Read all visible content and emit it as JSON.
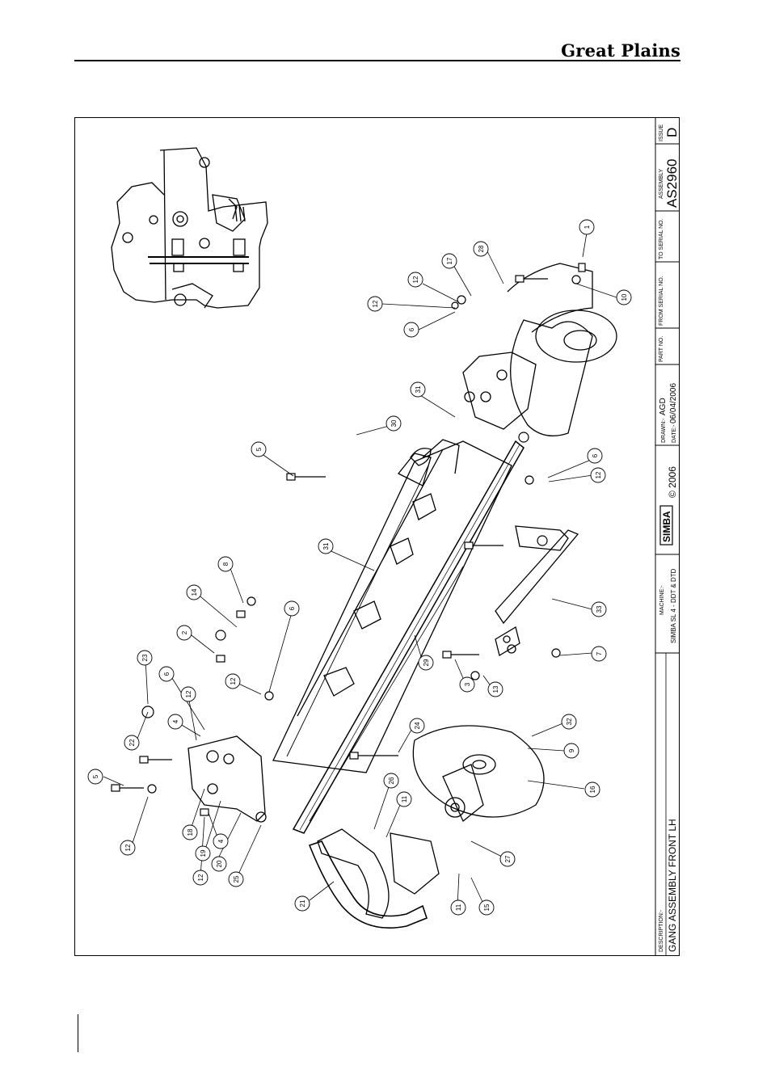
{
  "header": {
    "brand": "Great Plains"
  },
  "title_block": {
    "description_label": "DESCRIPTION:-",
    "description": "GANG ASSEMBLY FRONT LH",
    "machine_label": "MACHINE:-",
    "machine": "SIMBA SL 4 - DDT & DTD",
    "logo_text": "SIMBA",
    "copyright": "© 2006",
    "drawn_label": "DRAWN:-",
    "drawn": "AGD",
    "date_label": "DATE:-",
    "date": "06/04/2006",
    "part_no_label": "PART NO.",
    "from_serial_label": "FROM SERIAL NO.",
    "to_serial_label": "TO SERIAL NO.",
    "assembly_label": "ASSEMBLY",
    "assembly": "AS2960",
    "issue_label": "ISSUE",
    "issue": "D"
  },
  "callouts": [
    "1",
    "10",
    "17",
    "12",
    "12",
    "6",
    "28",
    "31",
    "30",
    "5",
    "6",
    "12",
    "31",
    "8",
    "14",
    "6",
    "2",
    "23",
    "12",
    "6",
    "12",
    "4",
    "22",
    "5",
    "12",
    "18",
    "19",
    "4",
    "20",
    "12",
    "25",
    "24",
    "26",
    "11",
    "21",
    "27",
    "11",
    "15",
    "29",
    "3",
    "13",
    "33",
    "7",
    "32",
    "9",
    "16"
  ]
}
